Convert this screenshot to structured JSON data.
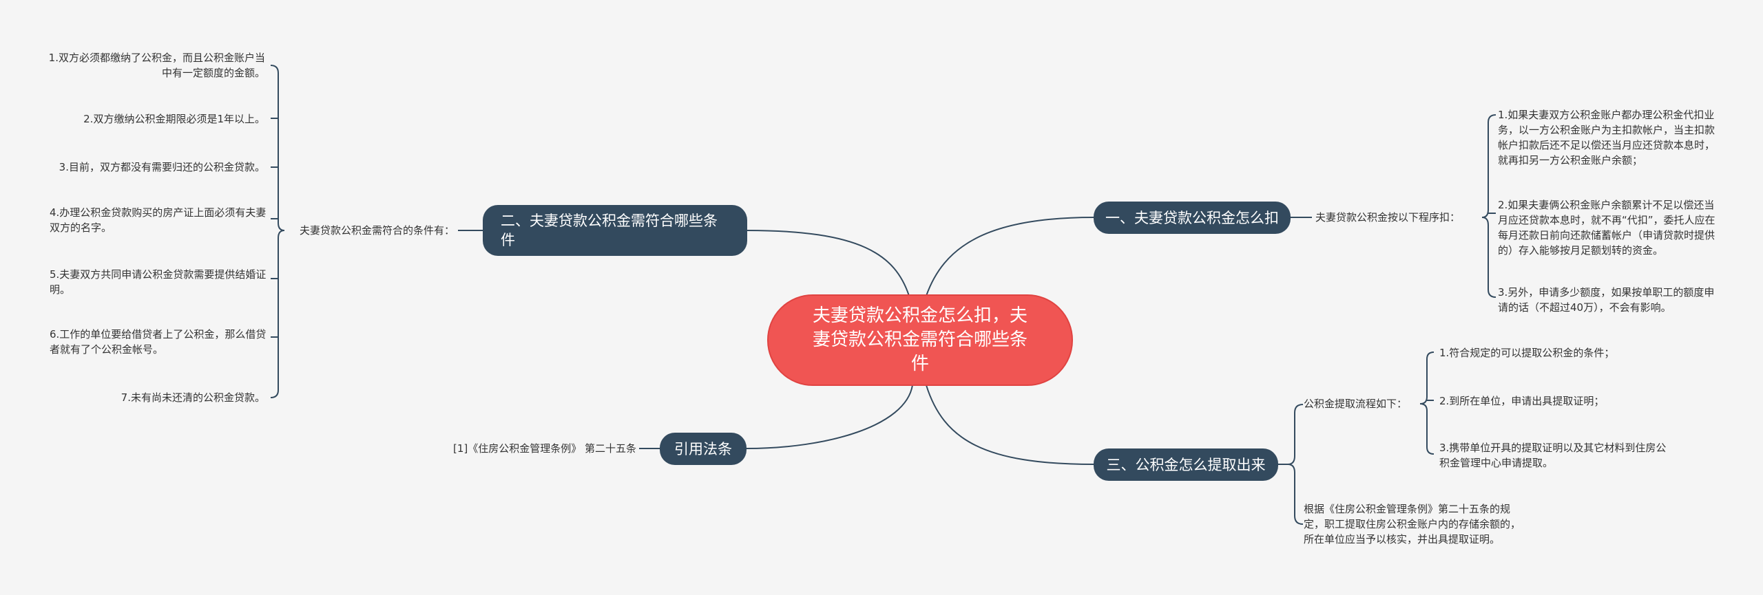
{
  "central_topic": "夫妻贷款公积金怎么扣，夫妻贷款公积金需符合哪些条件",
  "branches": {
    "left_conditions": {
      "topic": "二、夫妻贷款公积金需符合哪些条件",
      "label": "夫妻贷款公积金需符合的条件有：",
      "items": [
        "1.双方必须都缴纳了公积金，而且公积金账户当中有一定额度的金额。",
        "2.双方缴纳公积金期限必须是1年以上。",
        "3.目前，双方都没有需要归还的公积金贷款。",
        "4.办理公积金贷款购买的房产证上面必须有夫妻双方的名字。",
        "5.夫妻双方共同申请公积金贷款需要提供结婚证明。",
        "6.工作的单位要给借贷者上了公积金，那么借贷者就有了个公积金帐号。",
        "7.未有尚未还清的公积金贷款。"
      ]
    },
    "citation": {
      "topic": "引用法条",
      "label": "[1]《住房公积金管理条例》 第二十五条"
    },
    "right_deduct": {
      "topic": "一、夫妻贷款公积金怎么扣",
      "label": "夫妻贷款公积金按以下程序扣：",
      "items": [
        "1.如果夫妻双方公积金账户都办理公积金代扣业务，以一方公积金账户为主扣款帐户，当主扣款帐户扣款后还不足以偿还当月应还贷款本息时，就再扣另一方公积金账户余额；",
        "2.如果夫妻俩公积金账户余额累计不足以偿还当月应还贷款本息时，就不再“代扣”，委托人应在每月还款日前向还款储蓄帐户（申请贷款时提供的）存入能够按月足额划转的资金。",
        "3.另外，申请多少额度，如果按单职工的额度申请的话（不超过40万），不会有影响。"
      ]
    },
    "right_withdraw": {
      "topic": "三、公积金怎么提取出来",
      "process_label": "公积金提取流程如下：",
      "process_items": [
        "1.符合规定的可以提取公积金的条件；",
        "2.到所在单位，申请出具提取证明；",
        "3.携带单位开具的提取证明以及其它材料到住房公积金管理中心申请提取。"
      ],
      "note": "根据《住房公积金管理条例》第二十五条的规定，职工提取住房公积金账户内的存储余额的，所在单位应当予以核实，并出具提取证明。"
    }
  },
  "colors": {
    "background": "#f5f5f5",
    "central_fill": "#f05553",
    "topic_fill": "#334a5e",
    "line": "#334a5e",
    "text": "#333333"
  }
}
